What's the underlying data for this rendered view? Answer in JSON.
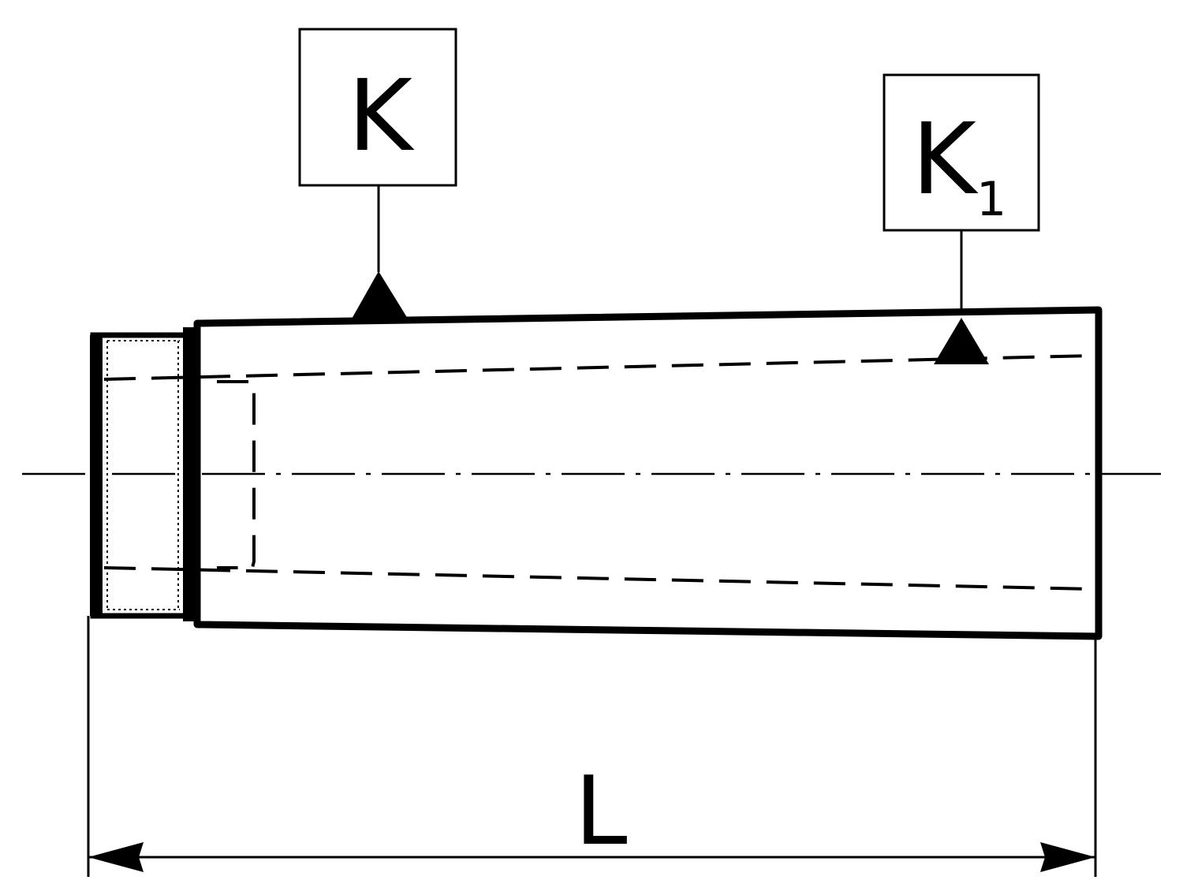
{
  "labels": {
    "datum_k": "K",
    "datum_k1_main": "K",
    "datum_k1_sub": "1",
    "length": "L"
  },
  "colors": {
    "line": "#000000",
    "background": "#ffffff"
  }
}
